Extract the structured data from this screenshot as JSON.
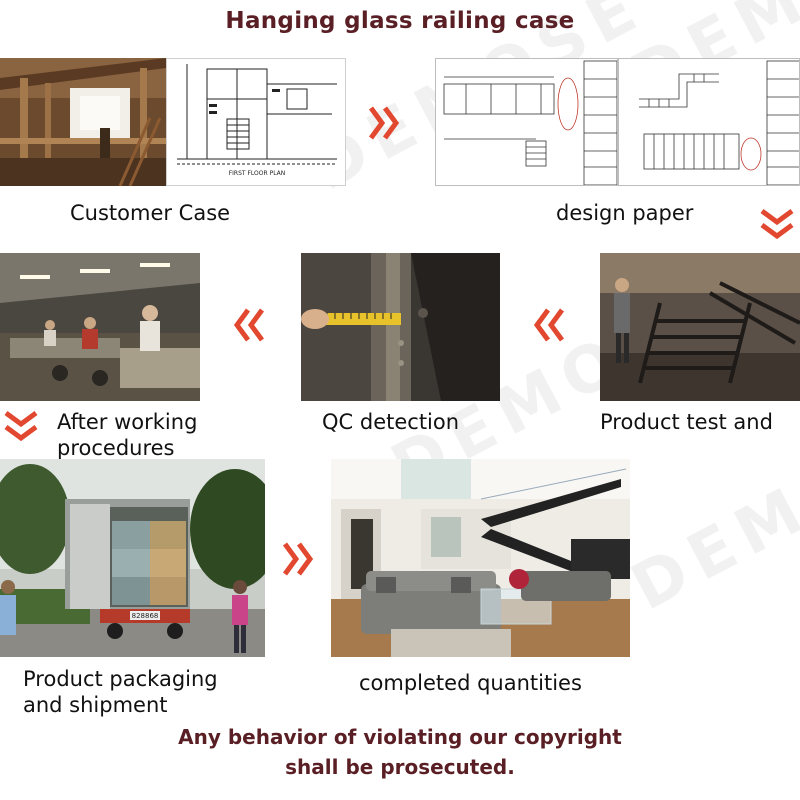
{
  "title": "Hanging glass railing case",
  "steps": {
    "customer_case": "Customer Case",
    "design_paper": "design paper",
    "product_test": "Product test and",
    "qc_detection": "QC detection",
    "after_working_line1": "After working",
    "after_working_line2": "procedures",
    "packaging_line1": "Product packaging",
    "packaging_line2": "and shipment",
    "completed": "completed quantities"
  },
  "drawing_labels": {
    "floor_plan": "FIRST FLOOR PLAN"
  },
  "truck_plate": "828868",
  "footer": {
    "line1": "Any behavior of violating our copyright",
    "line2": "shall be prosecuted."
  },
  "watermark": "DEMOSE",
  "colors": {
    "title": "#5a1f24",
    "arrow": "#e2472f",
    "caption": "#111111"
  }
}
